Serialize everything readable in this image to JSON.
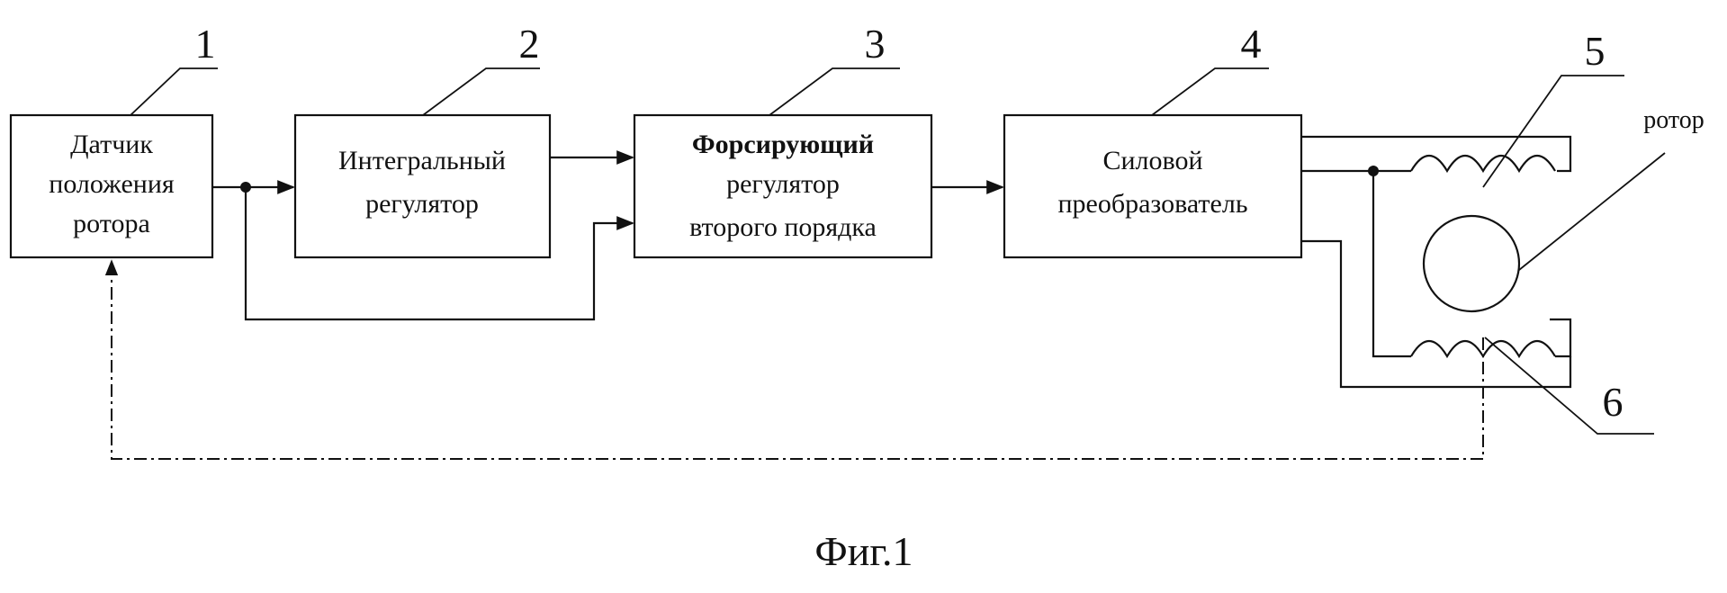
{
  "blocks": [
    {
      "number": "1",
      "lines": [
        "Датчик",
        "положения",
        "ротора"
      ]
    },
    {
      "number": "2",
      "lines": [
        "Интегральный",
        "регулятор"
      ]
    },
    {
      "number": "3",
      "lines": [
        "Форсирующий",
        "регулятор",
        "второго порядка"
      ]
    },
    {
      "number": "4",
      "lines": [
        "Силовой",
        "преобразователь"
      ]
    }
  ],
  "windings": [
    {
      "number": "5"
    },
    {
      "number": "6"
    }
  ],
  "rotor_label": "ротор",
  "caption": "Фиг.1"
}
